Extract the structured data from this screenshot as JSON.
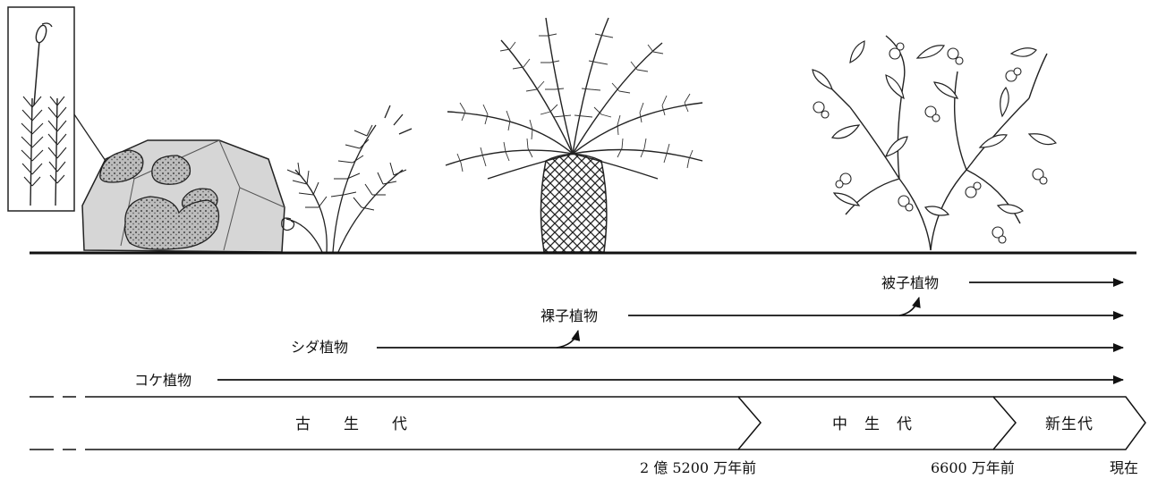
{
  "lineages": [
    {
      "id": "angiosperm",
      "label": "被子植物"
    },
    {
      "id": "gymnosperm",
      "label": "裸子植物"
    },
    {
      "id": "fern",
      "label": "シダ植物"
    },
    {
      "id": "moss",
      "label": "コケ植物"
    }
  ],
  "eras": {
    "paleozoic": "古　　生　　代",
    "mesozoic": "中　生　代",
    "cenozoic": "新生代"
  },
  "timeline_labels": {
    "paleozoic_end": "2 億 5200 万年前",
    "mesozoic_end": "6600 万年前",
    "present": "現在"
  },
  "illustrations": [
    "moss-on-rock",
    "moss-closeup",
    "fern",
    "cycad",
    "flowering-plant"
  ]
}
